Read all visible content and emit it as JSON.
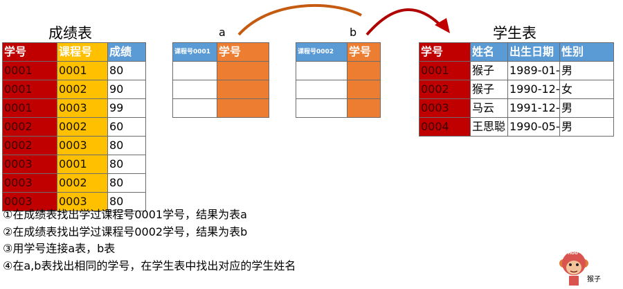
{
  "score_table": {
    "title": "成绩表",
    "headers": [
      "学号",
      "课程号",
      "成绩"
    ],
    "rows": [
      [
        "0001",
        "0001",
        "80"
      ],
      [
        "0001",
        "0002",
        "90"
      ],
      [
        "0001",
        "0003",
        "99"
      ],
      [
        "0002",
        "0002",
        "60"
      ],
      [
        "0002",
        "0003",
        "80"
      ],
      [
        "0003",
        "0001",
        "80"
      ],
      [
        "0003",
        "0002",
        "80"
      ],
      [
        "0003",
        "0003",
        "80"
      ]
    ]
  },
  "table_a": {
    "label": "a",
    "headers": [
      "课程号0001",
      "学号"
    ]
  },
  "table_b": {
    "label": "b",
    "headers": [
      "课程号0002",
      "学号"
    ]
  },
  "student_table": {
    "title": "学生表",
    "headers": [
      "学号",
      "姓名",
      "出生日期",
      "性别"
    ],
    "rows": [
      [
        "0001",
        "猴子",
        "1989-01-",
        "男"
      ],
      [
        "0002",
        "猴子",
        "1990-12-",
        "女"
      ],
      [
        "0003",
        "马云",
        "1991-12-",
        "男"
      ],
      [
        "0004",
        "王思聪",
        "1990-05-",
        "男"
      ]
    ]
  },
  "steps": [
    "①在成绩表找出学过课程号0001学号，结果为表a",
    "②在成绩表找出学过课程号0002学号，结果为表b",
    "③用学号连接a表，b表",
    "④在a,b表找出相同的学号，在学生表中找出对应的学生姓名"
  ],
  "logo": {
    "badge": "HOU",
    "caption": "猴子"
  },
  "colors": {
    "red": "#c00000",
    "gold": "#ffc000",
    "blue": "#5b9bd5",
    "orange": "#ed7d31"
  }
}
